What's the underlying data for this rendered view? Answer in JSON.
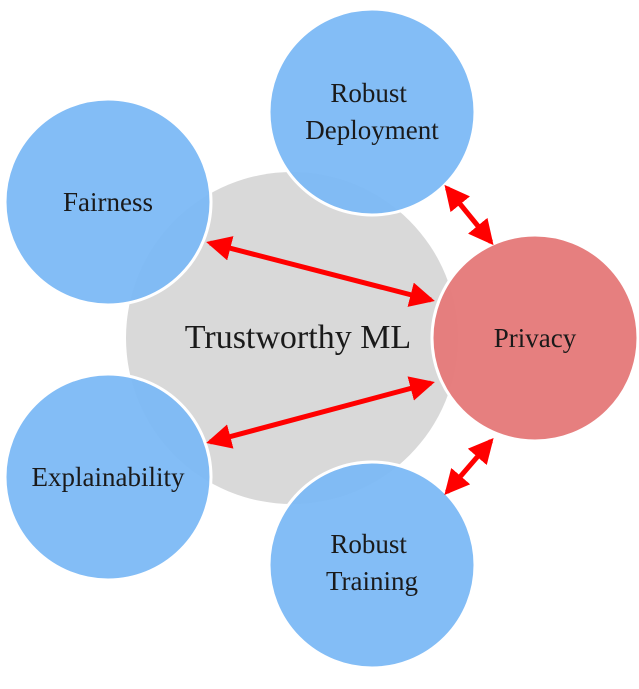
{
  "center": {
    "label": "Trustworthy ML"
  },
  "nodes": {
    "fairness": {
      "label_lines": [
        "Fairness"
      ]
    },
    "robust_deployment": {
      "label_lines": [
        "Robust",
        "Deployment"
      ]
    },
    "privacy": {
      "label_lines": [
        "Privacy"
      ]
    },
    "explainability": {
      "label_lines": [
        "Explainability"
      ]
    },
    "robust_training": {
      "label_lines": [
        "Robust",
        "Training"
      ]
    }
  },
  "links": [
    {
      "from": "privacy",
      "to": "fairness"
    },
    {
      "from": "privacy",
      "to": "explainability"
    },
    {
      "from": "privacy",
      "to": "robust_deployment"
    },
    {
      "from": "privacy",
      "to": "robust_training"
    }
  ],
  "colors": {
    "center_fill": "#d9d9d9",
    "satellite_fill": "#7ab8f5",
    "highlight_fill": "#e57b7b",
    "arrow": "#ff0000",
    "outline": "#ffffff"
  }
}
